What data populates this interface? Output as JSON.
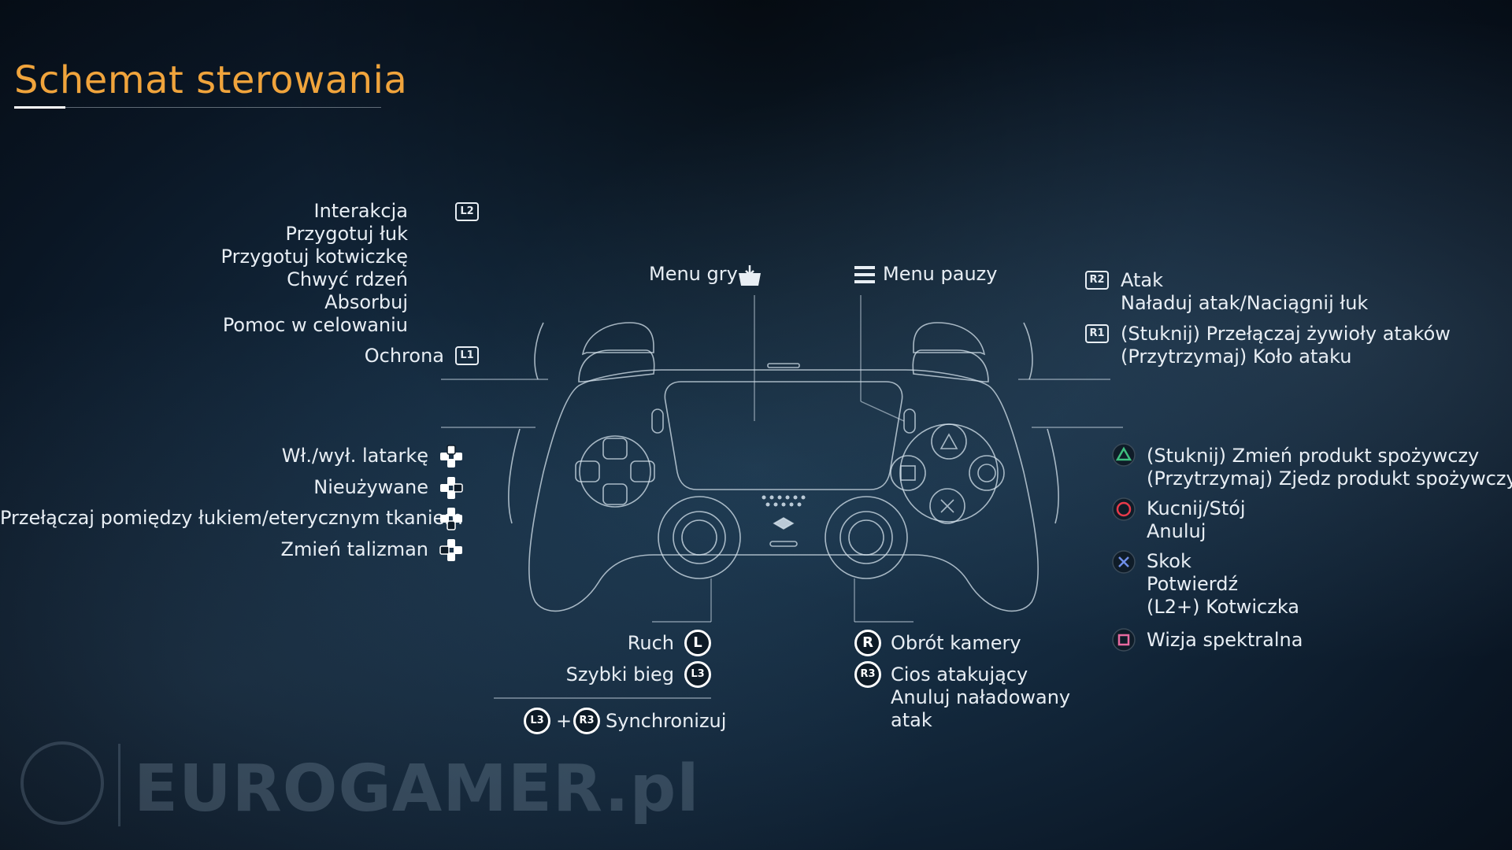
{
  "title": "Schemat sterowania",
  "left_triggers": {
    "l2_button": "L2",
    "l2_lines": [
      "Interakcja",
      "Przygotuj łuk",
      "Przygotuj kotwiczkę",
      "Chwyć rdzeń",
      "Absorbuj",
      "Pomoc w celowaniu"
    ],
    "l1_button": "L1",
    "l1_label": "Ochrona"
  },
  "center_top": {
    "game_menu": "Menu gry",
    "pause_menu": "Menu pauzy"
  },
  "right_triggers": {
    "r2_button": "R2",
    "r2_lines": [
      "Atak",
      "Naładuj atak/Naciągnij łuk"
    ],
    "r1_button": "R1",
    "r1_lines": [
      "(Stuknij) Przełączaj żywioły ataków",
      "(Przytrzymaj) Koło ataku"
    ]
  },
  "dpad": [
    {
      "label": "Wł./wył. latarkę",
      "direction": "up"
    },
    {
      "label": "Nieużywane",
      "direction": "right"
    },
    {
      "label": "Przełączaj pomiędzy łukiem/eterycznym tkaniem",
      "direction": "down"
    },
    {
      "label": "Zmień talizman",
      "direction": "left"
    }
  ],
  "face_buttons": [
    {
      "icon": "triangle-icon",
      "color": "#3fbf7f",
      "lines": [
        "(Stuknij) Zmień produkt spożywczy",
        "(Przytrzymaj) Zjedz produkt spożywczy"
      ]
    },
    {
      "icon": "circle-icon",
      "color": "#e83a4a",
      "lines": [
        "Kucnij/Stój",
        "Anuluj"
      ]
    },
    {
      "icon": "cross-icon",
      "color": "#6f8ee8",
      "lines": [
        "Skok",
        "Potwierdź",
        "(L2+) Kotwiczka"
      ],
      "combo_button": "L2"
    },
    {
      "icon": "square-icon",
      "color": "#e86aa0",
      "lines": [
        "Wizja spektralna"
      ]
    }
  ],
  "left_stick": {
    "l_button": "L",
    "l_label": "Ruch",
    "l3_button": "L3",
    "l3_label": "Szybki bieg",
    "sync_plus": "+",
    "sync_r3": "R3",
    "sync_label": "Synchronizuj"
  },
  "right_stick": {
    "r_button": "R",
    "r_label": "Obrót kamery",
    "r3_button": "R3",
    "r3_lines": [
      "Cios atakujący",
      "Anuluj naładowany",
      "atak"
    ]
  },
  "watermark": "EUROGAMER.pl"
}
